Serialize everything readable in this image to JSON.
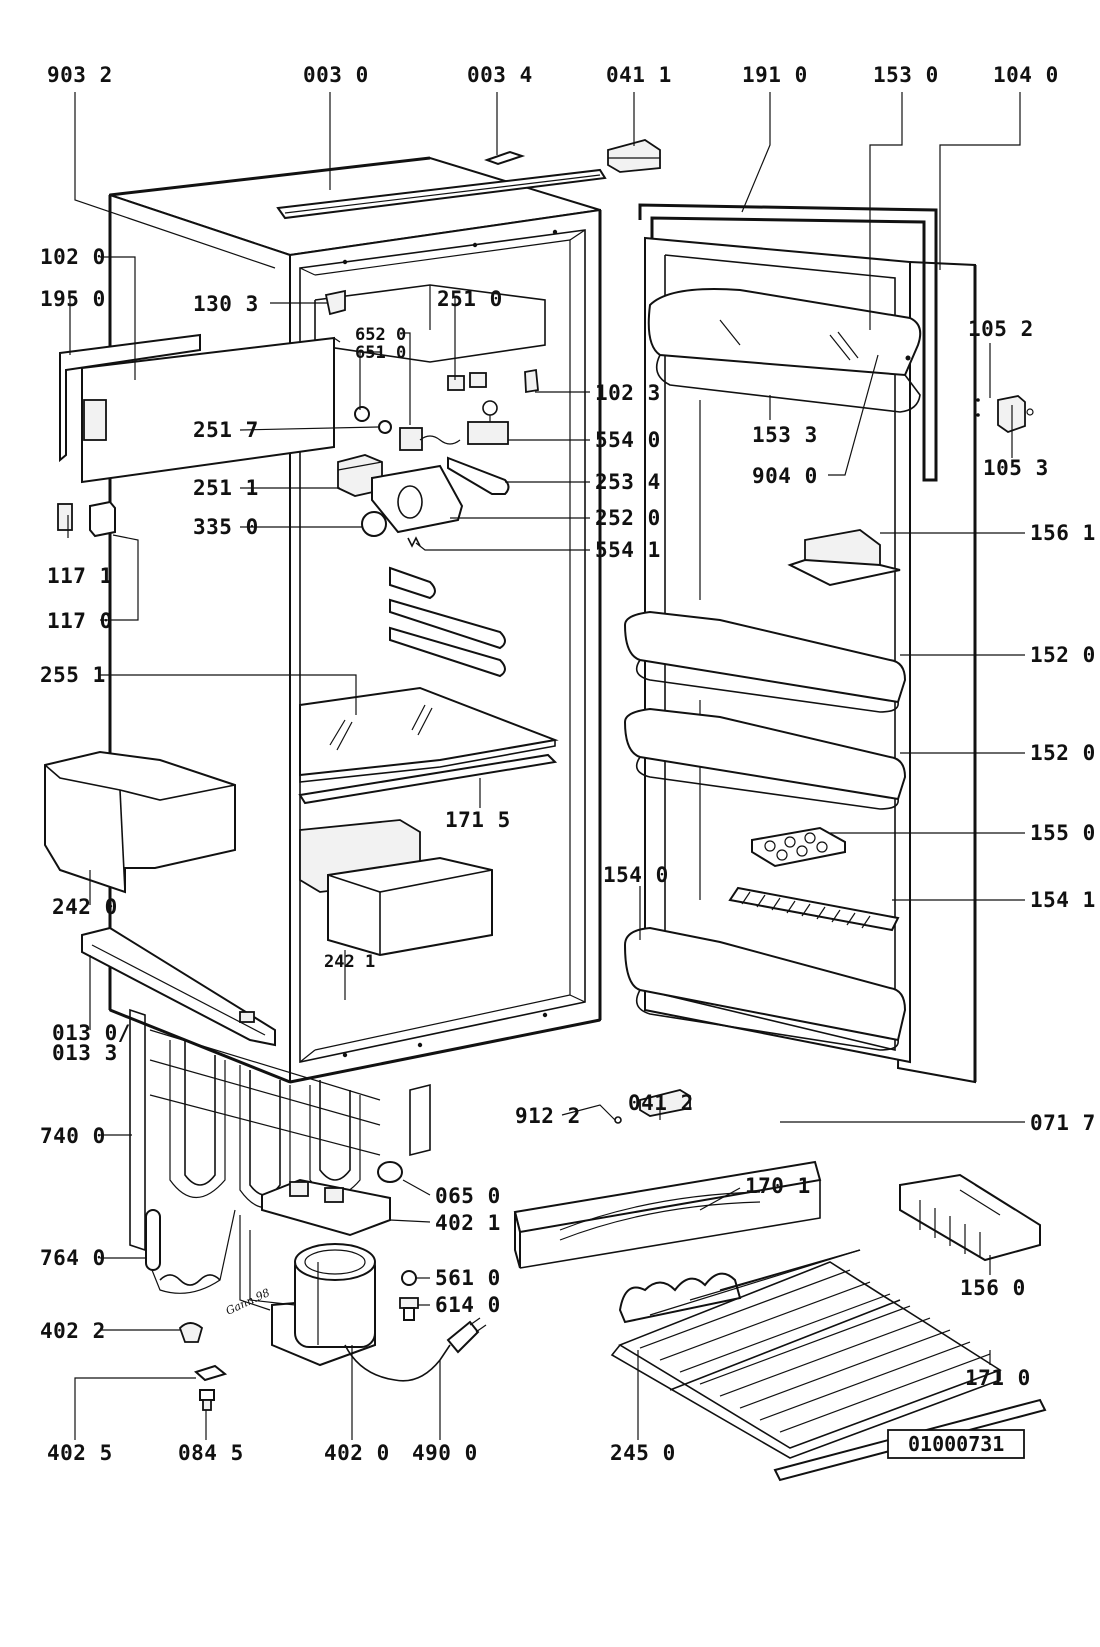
{
  "labels": {
    "l9032": "903 2",
    "l0030": "003 0",
    "l0034": "003 4",
    "l0411": "041 1",
    "l1910": "191 0",
    "l1530": "153 0",
    "l1040": "104 0",
    "l1020": "102 0",
    "l1950": "195 0",
    "l1303": "130 3",
    "l2510": "251 0",
    "l6520": "652 0",
    "l6510": "651 0",
    "l1052": "105 2",
    "l1023": "102 3",
    "l1533": "153 3",
    "l1053": "105 3",
    "l2517": "251 7",
    "l5540": "554 0",
    "l9040": "904 0",
    "l2511": "251 1",
    "l2534": "253 4",
    "l2520": "252 0",
    "l3350": "335 0",
    "l5541": "554 1",
    "l1561": "156 1",
    "l1171": "117 1",
    "l1170": "117 0",
    "l2551": "255 1",
    "l1520a": "152 0",
    "l1520b": "152 0",
    "l1715": "171 5",
    "l1550": "155 0",
    "l1540": "154 0",
    "l1541": "154 1",
    "l2420": "242 0",
    "l2421": "242 1",
    "l0130": "013 0/",
    "l0133": "013 3",
    "l9122": "912 2",
    "l0412": "041 2",
    "l0717": "071 7",
    "l7400": "740 0",
    "l0650": "065 0",
    "l1701": "170 1",
    "l4021": "402 1",
    "l7640": "764 0",
    "l5610": "561 0",
    "l6140": "614 0",
    "l1560": "156 0",
    "l4022": "402 2",
    "l1710": "171 0",
    "l4025": "402 5",
    "l0845": "084 5",
    "l4020": "402 0",
    "l4900": "490 0",
    "l2450": "245 0"
  },
  "signature": "Gann.98",
  "document_number": "01000731",
  "line_color": "#111111",
  "background_color": "#ffffff"
}
